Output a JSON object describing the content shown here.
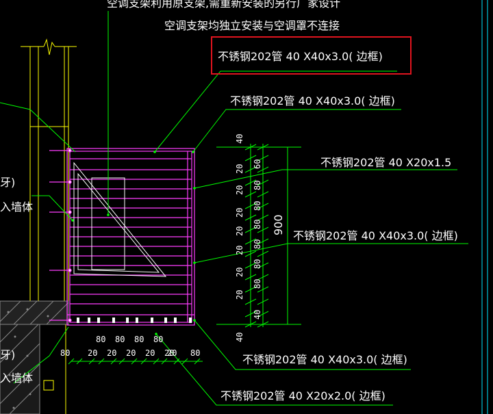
{
  "top_note_partial": "空调支架利用原支架,需重新安装的另行厂家设计",
  "top_note": "空调支架均独立安装与空调罩不连接",
  "labels": {
    "frame_highlighted": "不锈钢202管  40 X40x3.0(  边框)",
    "frame_upper": "不锈钢202管  40 X40x3.0(  边框)",
    "tube_20x15": "不锈钢202管  40 X20x1.5",
    "frame_right": "不锈钢202管  40 X40x3.0(  边框)",
    "frame_lower": "不锈钢202管  40 X40x3.0(  边框)",
    "tube_20x20": "不锈钢202管  40 X20x2.0(  边框)"
  },
  "left_labels": {
    "wall_upper": "入墙体",
    "wall_lower": "入墙体",
    "paren_upper": "牙)",
    "paren_lower": "牙)"
  },
  "dimensions": {
    "total_height": "900",
    "vertical_outer": [
      "40",
      "20",
      "20",
      "20",
      "20",
      "20",
      "20",
      "20",
      "40"
    ],
    "vertical_inner": [
      "60",
      "80",
      "80",
      "80",
      "80",
      "80",
      "80",
      "40"
    ],
    "horizontal_80": [
      "80",
      "80",
      "80",
      "80"
    ],
    "horizontal_bottom": [
      "80",
      "20",
      "20",
      "20",
      "20",
      "20",
      "20",
      "80"
    ]
  },
  "colors": {
    "background": "#000000",
    "frame": "#ff3cff",
    "leader": "#00ff00",
    "wall": "#ffff00",
    "concrete": "#8a8a8a",
    "highlight": "#e0141e",
    "text": "#ffffff",
    "blue": "#4c7dff",
    "cyan": "#00e5ff"
  }
}
